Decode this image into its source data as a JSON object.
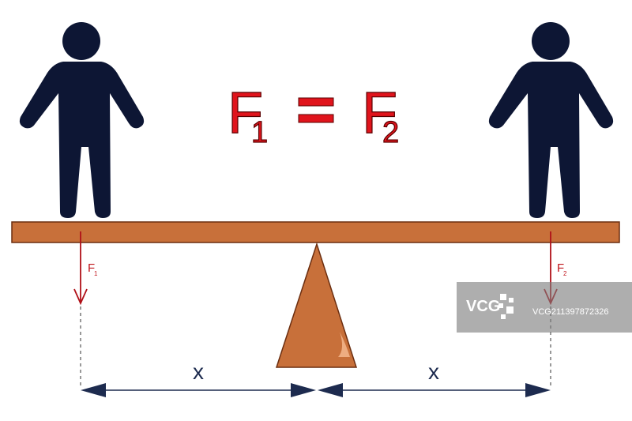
{
  "equation": {
    "left_symbol": "F",
    "left_subscript": "1",
    "operator": "=",
    "right_symbol": "F",
    "right_subscript": "2"
  },
  "force_labels": {
    "left_symbol": "F",
    "left_subscript": "1",
    "right_symbol": "F",
    "right_subscript": "2"
  },
  "distances": {
    "left": "x",
    "right": "x"
  },
  "watermark": {
    "brand": "VCG",
    "code": "VCG211397872326"
  },
  "colors": {
    "figure": "#0d1634",
    "beam": "#c8703a",
    "beam_outline": "#6b2e10",
    "fulcrum": "#c8703a",
    "force_arrow": "#b01018",
    "equation": "#e0141c",
    "dimension_line": "#1d2b4f"
  }
}
